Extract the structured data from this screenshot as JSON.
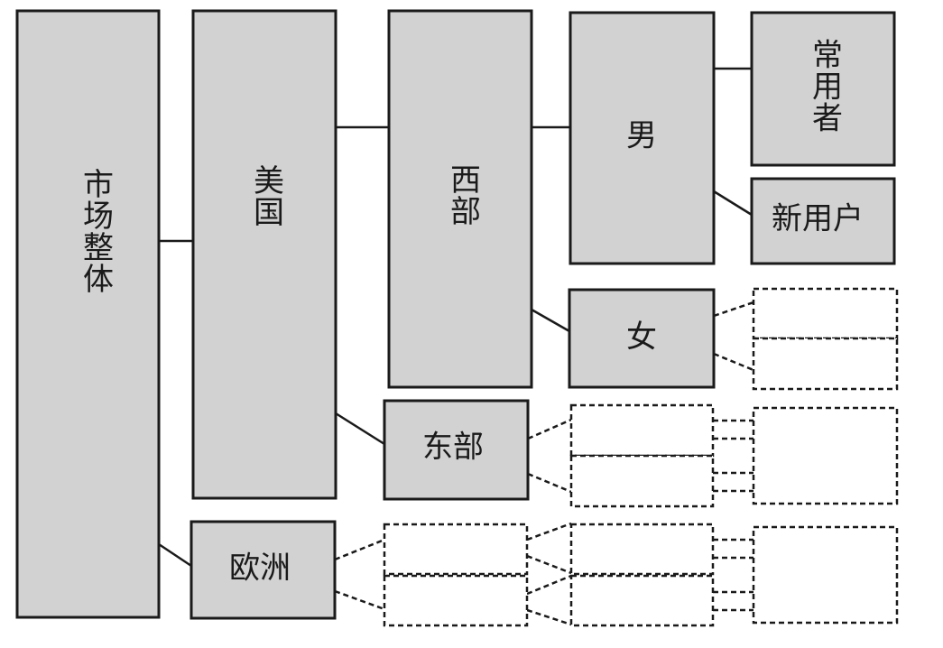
{
  "colors": {
    "node_fill": "#d2d2d2",
    "stroke": "#1a1a1a",
    "background": "#ffffff"
  },
  "nodes": {
    "root": "市场整体",
    "us": "美国",
    "europe": "欧洲",
    "west": "西部",
    "east": "东部",
    "male": "男",
    "female": "女",
    "regular": "常用者",
    "new_user": "新用户"
  }
}
